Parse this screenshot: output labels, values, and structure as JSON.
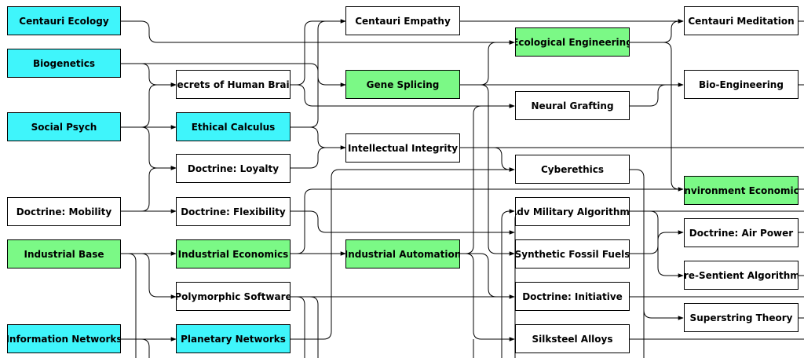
{
  "colors": {
    "cyan": "#3ff5fb",
    "green": "#7bf986",
    "white": "#ffffff",
    "line": "#000000",
    "border": "#000000"
  },
  "nodes": [
    {
      "id": "centauri-ecology",
      "label": "Centauri Ecology",
      "color": "cyan"
    },
    {
      "id": "biogenetics",
      "label": "Biogenetics",
      "color": "cyan"
    },
    {
      "id": "social-psych",
      "label": "Social Psych",
      "color": "cyan"
    },
    {
      "id": "doctrine-mobility",
      "label": "Doctrine: Mobility",
      "color": "white"
    },
    {
      "id": "industrial-base",
      "label": "Industrial Base",
      "color": "green"
    },
    {
      "id": "information-networks",
      "label": "Information Networks",
      "color": "cyan"
    },
    {
      "id": "secrets-of-human-brain",
      "label": "Secrets of Human Brain",
      "color": "white"
    },
    {
      "id": "ethical-calculus",
      "label": "Ethical Calculus",
      "color": "cyan"
    },
    {
      "id": "doctrine-loyalty",
      "label": "Doctrine: Loyalty",
      "color": "white"
    },
    {
      "id": "doctrine-flexibility",
      "label": "Doctrine: Flexibility",
      "color": "white"
    },
    {
      "id": "industrial-economics",
      "label": "Industrial Economics",
      "color": "green"
    },
    {
      "id": "polymorphic-software",
      "label": "Polymorphic Software",
      "color": "white"
    },
    {
      "id": "planetary-networks",
      "label": "Planetary Networks",
      "color": "cyan"
    },
    {
      "id": "centauri-empathy",
      "label": "Centauri Empathy",
      "color": "white"
    },
    {
      "id": "gene-splicing",
      "label": "Gene Splicing",
      "color": "green"
    },
    {
      "id": "intellectual-integrity",
      "label": "Intellectual Integrity",
      "color": "white"
    },
    {
      "id": "industrial-automation",
      "label": "Industrial Automation",
      "color": "green"
    },
    {
      "id": "ecological-engineering",
      "label": "Ecological Engineering",
      "color": "green"
    },
    {
      "id": "neural-grafting",
      "label": "Neural Grafting",
      "color": "white"
    },
    {
      "id": "cyberethics",
      "label": "Cyberethics",
      "color": "white"
    },
    {
      "id": "adv-military-algorithms",
      "label": "Adv Military Algorithms",
      "color": "white"
    },
    {
      "id": "synthetic-fossil-fuels",
      "label": "Synthetic Fossil Fuels",
      "color": "white"
    },
    {
      "id": "doctrine-initiative",
      "label": "Doctrine: Initiative",
      "color": "white"
    },
    {
      "id": "silksteel-alloys",
      "label": "Silksteel Alloys",
      "color": "white"
    },
    {
      "id": "centauri-meditation",
      "label": "Centauri Meditation",
      "color": "white"
    },
    {
      "id": "bio-engineering",
      "label": "Bio-Engineering",
      "color": "white"
    },
    {
      "id": "environment-economics",
      "label": "Environment Economics",
      "color": "green"
    },
    {
      "id": "doctrine-air-power",
      "label": "Doctrine: Air Power",
      "color": "white"
    },
    {
      "id": "pre-sentient-algorithms",
      "label": "Pre-Sentient Algorithms",
      "color": "white"
    },
    {
      "id": "superstring-theory",
      "label": "Superstring Theory",
      "color": "white"
    }
  ]
}
